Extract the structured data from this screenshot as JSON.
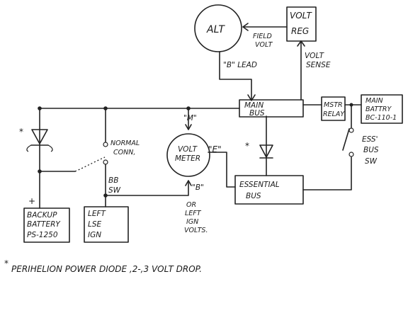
{
  "labels": {
    "alt": "ALT",
    "volt_reg_1": "VOLT",
    "volt_reg_2": "REG",
    "field_volt_1": "FIELD",
    "field_volt_2": "VOLT",
    "volt_sense_1": "VOLT",
    "volt_sense_2": "SENSE",
    "b_lead": "\"B\" LEAD",
    "main_bus_1": "MAIN",
    "main_bus_2": "BUS",
    "mstr_relay_1": "MSTR",
    "mstr_relay_2": "RELAY",
    "main_battery_1": "MAIN",
    "main_battery_2": "BATTRY",
    "main_battery_3": "BC-110-1",
    "essential_bus_1": "ESSENTIAL",
    "essential_bus_2": "BUS",
    "ess_bus_sw_1": "ESS'",
    "ess_bus_sw_2": "BUS",
    "ess_bus_sw_3": "SW",
    "volt_meter_1": "VOLT",
    "volt_meter_2": "METER",
    "m_term": "\"M\"",
    "e_term": "\"E\"",
    "b_term": "\"B\"",
    "or_left_1": "OR",
    "or_left_2": "LEFT",
    "or_left_3": "IGN",
    "or_left_4": "VOLTS.",
    "normal_conn_1": "NORMAL",
    "normal_conn_2": "CONN,",
    "bb_sw_1": "BB",
    "bb_sw_2": "SW",
    "backup_battery_1": "BACKUP",
    "backup_battery_2": "BATTERY",
    "backup_battery_3": "PS-1250",
    "left_lse_ign_1": "LEFT",
    "left_lse_ign_2": "LSE",
    "left_lse_ign_3": "IGN",
    "plus": "+",
    "asterisk": "*",
    "footnote_star": "*",
    "footnote": "PERIHELION POWER DIODE ,2-,3 VOLT DROP."
  }
}
